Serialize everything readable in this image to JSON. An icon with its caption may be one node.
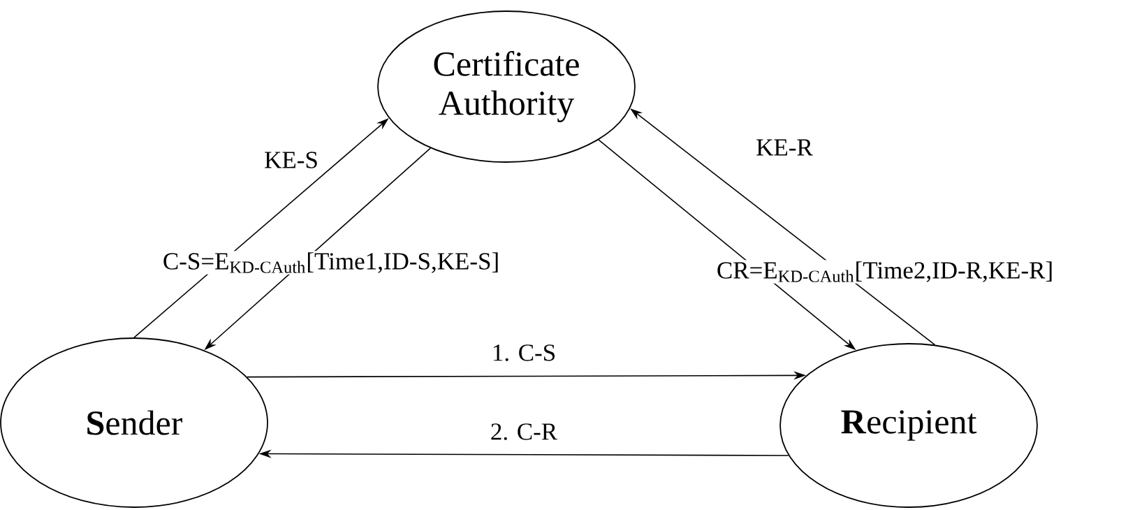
{
  "diagram": {
    "nodes": [
      {
        "text": [
          "Certificate Authority"
        ]
      },
      {
        "text": [
          "**S**ender"
        ]
      },
      {
        "text": [
          "**R**ecipient"
        ]
      }
    ],
    "edges": [
      {
        "from": 1,
        "to": 0,
        "arrow": "to",
        "label": "KE-S"
      },
      {
        "from": 0,
        "to": 1,
        "arrow": "to",
        "label": "C-S=E$_{KD-CAuth}$[Time1,ID-S,KE-S]"
      },
      {
        "from": 0,
        "to": 2,
        "arrow": "to",
        "label": "CR=E$_{KD-CAuth}$[Time2,ID-R,KE-R]"
      },
      {
        "from": 2,
        "to": 0,
        "arrow": "to",
        "label": "KE-R"
      },
      {
        "from": 1,
        "to": 2,
        "arrow": "to",
        "label": "1. C-S"
      },
      {
        "from": 2,
        "to": 1,
        "arrow": "to",
        "label": "2. C-R"
      }
    ]
  }
}
